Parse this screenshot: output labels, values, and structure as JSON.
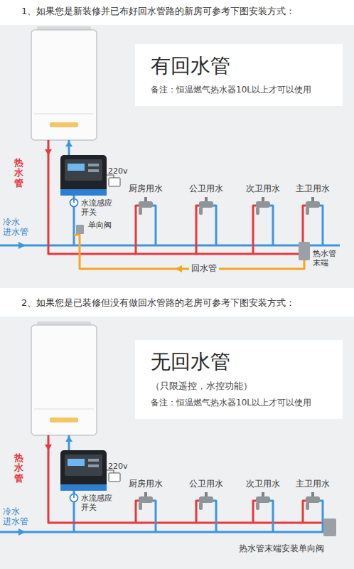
{
  "diagram": {
    "nodes": [
      {
        "text": [
          "有回水管",
          "备注：恒温燃气热水器10L以上才可以使用"
        ]
      },
      {
        "text": [
          "无回水管",
          "（只限遥控，水控功能）",
          "备注：恒温燃气热水器10L以上才可以使用"
        ]
      }
    ],
    "labels": [
      "1、如果您是新装修并已布好回水管路的新房可参考下图安装方式：",
      "220v",
      "热水管",
      "水流感应 开关",
      "冷水 进水管",
      "单向阀",
      "厨房用水",
      "公卫用水",
      "次卫用水",
      "主卫用水",
      "热水管 末端",
      "回水管",
      "2、如果您是已装修但没有做回水管路的老房可参考下图安装方式：",
      "220v",
      "热水管",
      "水流感应 开关",
      "冷水 进水管",
      "厨房用水",
      "公卫用水",
      "次卫用水",
      "主卫用水",
      "热水管末端安装单向阀"
    ]
  }
}
